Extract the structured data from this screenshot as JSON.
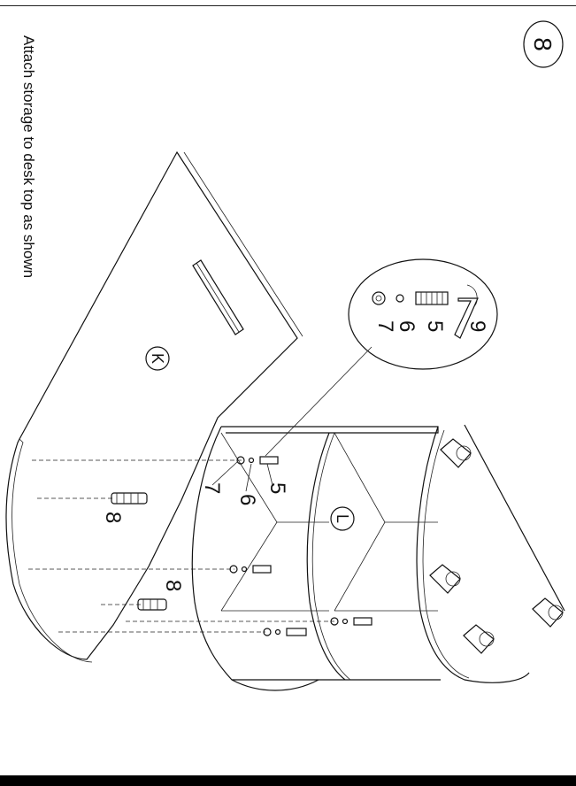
{
  "step": {
    "number": "8"
  },
  "instruction": "Attach storage to desk top as shown",
  "parts": {
    "desk_top_label": "K",
    "storage_label": "L"
  },
  "callouts": {
    "detail": [
      "7",
      "6",
      "5",
      "9"
    ],
    "main_left": [
      "7",
      "6",
      "5"
    ],
    "dowel_a": "8",
    "dowel_b": "8"
  }
}
